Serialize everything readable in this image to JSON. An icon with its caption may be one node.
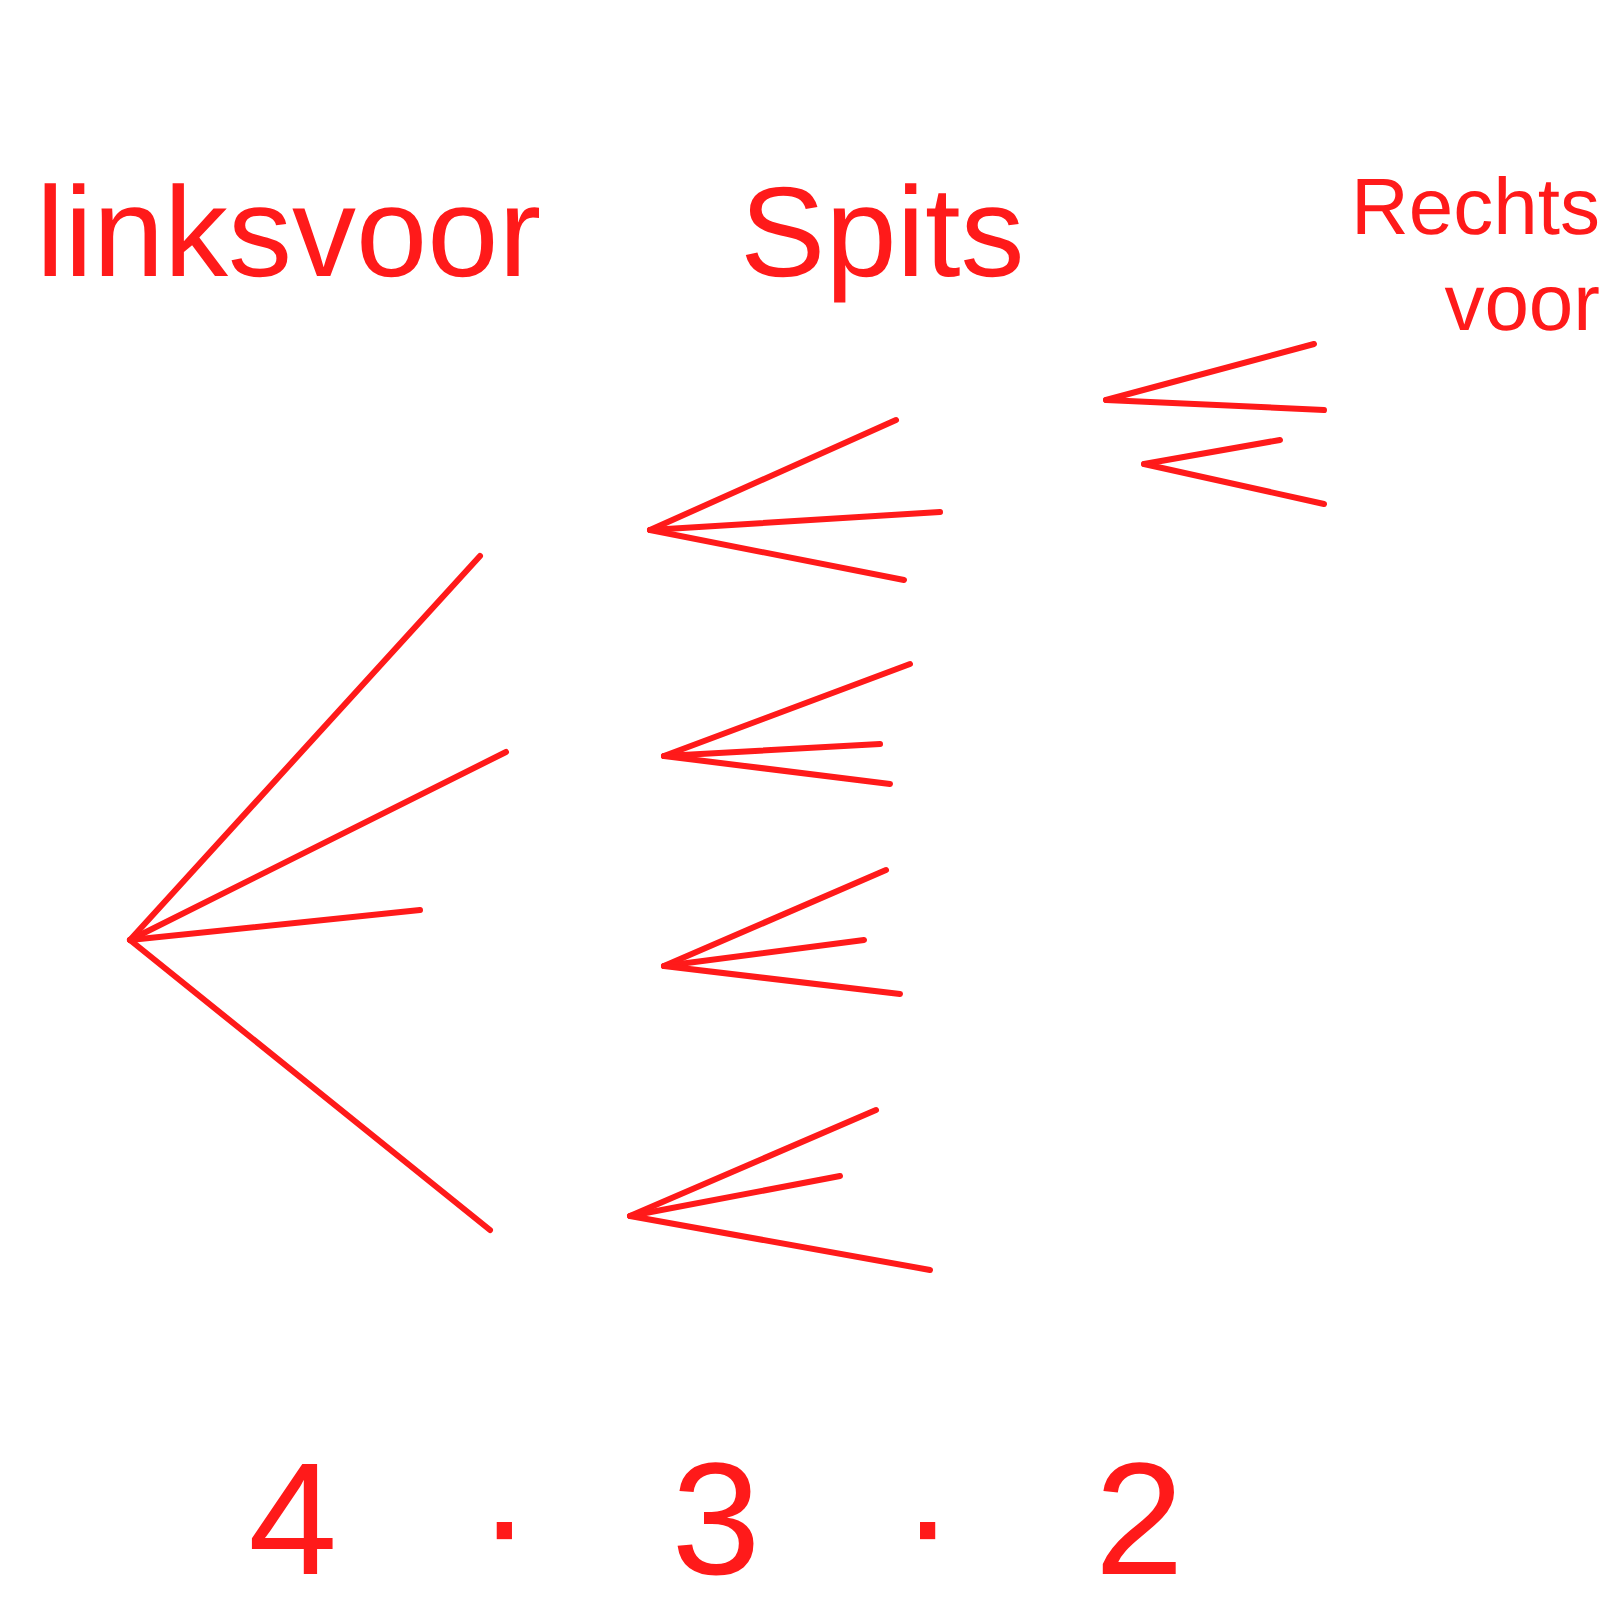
{
  "diagram": {
    "labels": [
      "linksvoor",
      "Spits",
      "Rechts voor",
      "4 · 3 · 2"
    ]
  }
}
